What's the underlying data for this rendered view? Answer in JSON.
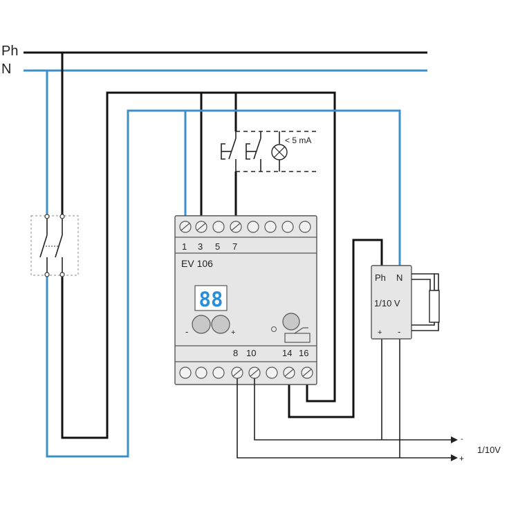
{
  "lines": {
    "phase_label": "Ph",
    "neutral_label": "N"
  },
  "dimmer": {
    "model": "EV 106",
    "display": "88",
    "top_terminals": [
      "1",
      "3",
      "5",
      "7"
    ],
    "bottom_terminals": [
      "8",
      "10",
      "14",
      "16"
    ],
    "minus_sign": "-",
    "plus_sign": "+"
  },
  "push_buttons": {
    "current_label": "< 5 mA"
  },
  "ballast": {
    "ph_label": "Ph",
    "n_label": "N",
    "type_label": "1/10 V",
    "plus_label": "+",
    "minus_label": "-"
  },
  "control_output": {
    "label": "1/10V",
    "minus": "-",
    "plus": "+"
  },
  "colors": {
    "phase_wire": "#111111",
    "neutral_wire": "#3d8fc9"
  }
}
